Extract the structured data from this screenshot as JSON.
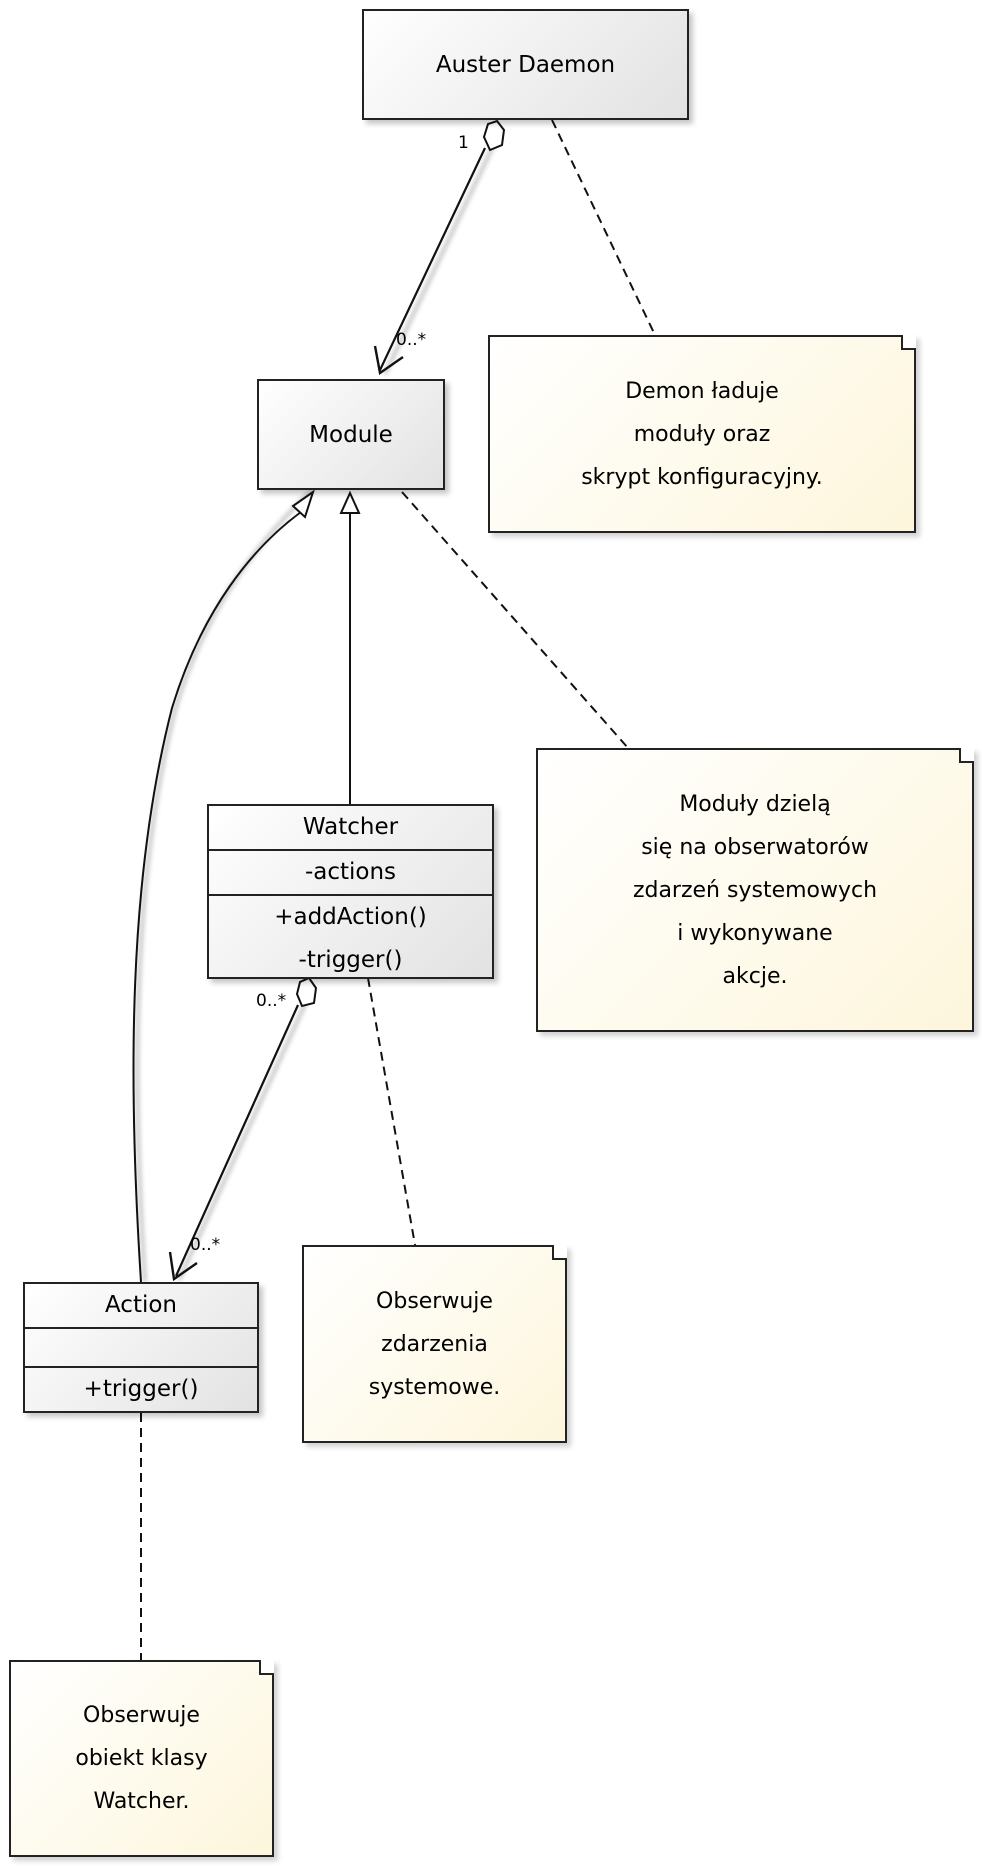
{
  "classes": {
    "auster_daemon": {
      "name": "Auster Daemon"
    },
    "module": {
      "name": "Module"
    },
    "watcher": {
      "name": "Watcher",
      "attribute": "-actions",
      "methods": [
        "+addAction()",
        "-trigger()"
      ]
    },
    "action": {
      "name": "Action",
      "attribute": "",
      "method": "+trigger()"
    }
  },
  "notes": {
    "daemon_note": [
      "Demon ładuje",
      "moduły oraz",
      "skrypt konfiguracyjny."
    ],
    "module_note": [
      "Moduły dzielą",
      "się na obserwatorów",
      "zdarzeń systemowych",
      "i wykonywane",
      "akcje."
    ],
    "watcher_note": [
      "Obserwuje",
      "zdarzenia",
      "systemowe."
    ],
    "action_note": [
      "Obserwuje",
      "obiekt klasy",
      "Watcher."
    ]
  },
  "associations": {
    "daemon_module": {
      "source_multiplicity": "1",
      "target_multiplicity": "0..*"
    },
    "watcher_action": {
      "source_multiplicity": "0..*",
      "target_multiplicity": "0..*"
    }
  },
  "colors": {
    "class_fill_start": "#ffffff",
    "class_fill_end": "#e2e2e2",
    "note_fill": "#fdf6dc",
    "stroke": "#222222"
  }
}
